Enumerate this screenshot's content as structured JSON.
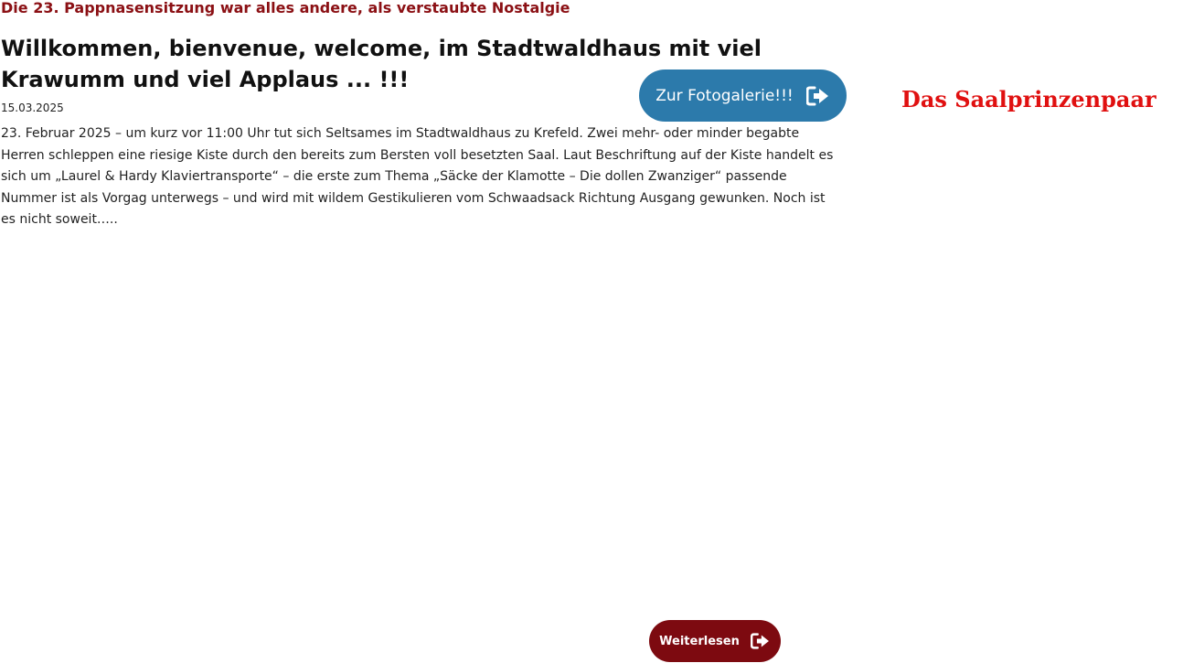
{
  "article": {
    "kicker": "Die 23. Pappnasensitzung war alles andere, als verstaubte Nostalgie",
    "headline": "Willkommen, bienvenue, welcome, im Stadtwaldhaus mit viel Krawumm und viel Applaus ... !!!",
    "date": "15.03.2025",
    "body": "23. Februar 2025 – um kurz vor 11:00 Uhr tut sich Seltsames im Stadtwaldhaus zu Krefeld. Zwei mehr- oder minder begabte Herren schleppen eine riesige Kiste durch den bereits zum Bersten voll besetzten Saal. Laut Beschriftung auf der Kiste handelt es sich um „Laurel & Hardy Klaviertransporte“ – die erste zum Thema „Säcke der Klamotte – Die dollen Zwanziger“ passende Nummer ist als Vorgag unterwegs – und wird mit wildem Gestikulieren vom Schwaadsack Richtung  Ausgang gewunken. Noch ist es nicht soweit….."
  },
  "gallery_button": {
    "label": "Zur Fotogalerie!!!",
    "icon": "sign-out-arrow-icon",
    "color": "#2c7aab"
  },
  "sidebar": {
    "title": "Das Saalprinzenpaar",
    "title_color": "#e01010"
  },
  "more_button": {
    "label": "Weiterlesen",
    "icon": "sign-out-arrow-icon",
    "color": "#7d0a10"
  },
  "colors": {
    "kicker": "#8b1014"
  }
}
